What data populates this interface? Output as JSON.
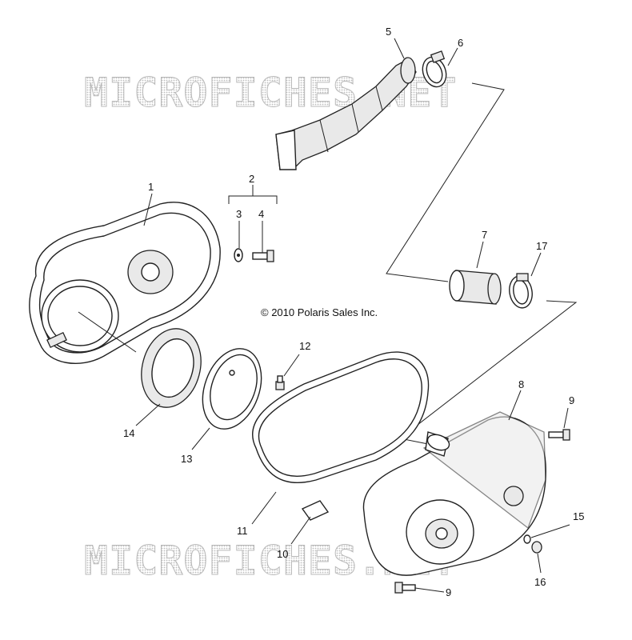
{
  "watermark": {
    "top_text": "MICROFICHES.NET",
    "bottom_text": "MICROFICHES.NET"
  },
  "copyright": "© 2010 Polaris Sales Inc.",
  "callouts": {
    "c1": "1",
    "c2": "2",
    "c3": "3",
    "c4": "4",
    "c5": "5",
    "c6": "6",
    "c7": "7",
    "c8": "8",
    "c9a": "9",
    "c9b": "9",
    "c10": "10",
    "c11": "11",
    "c12": "12",
    "c13": "13",
    "c14": "14",
    "c15": "15",
    "c16": "16",
    "c17": "17"
  }
}
